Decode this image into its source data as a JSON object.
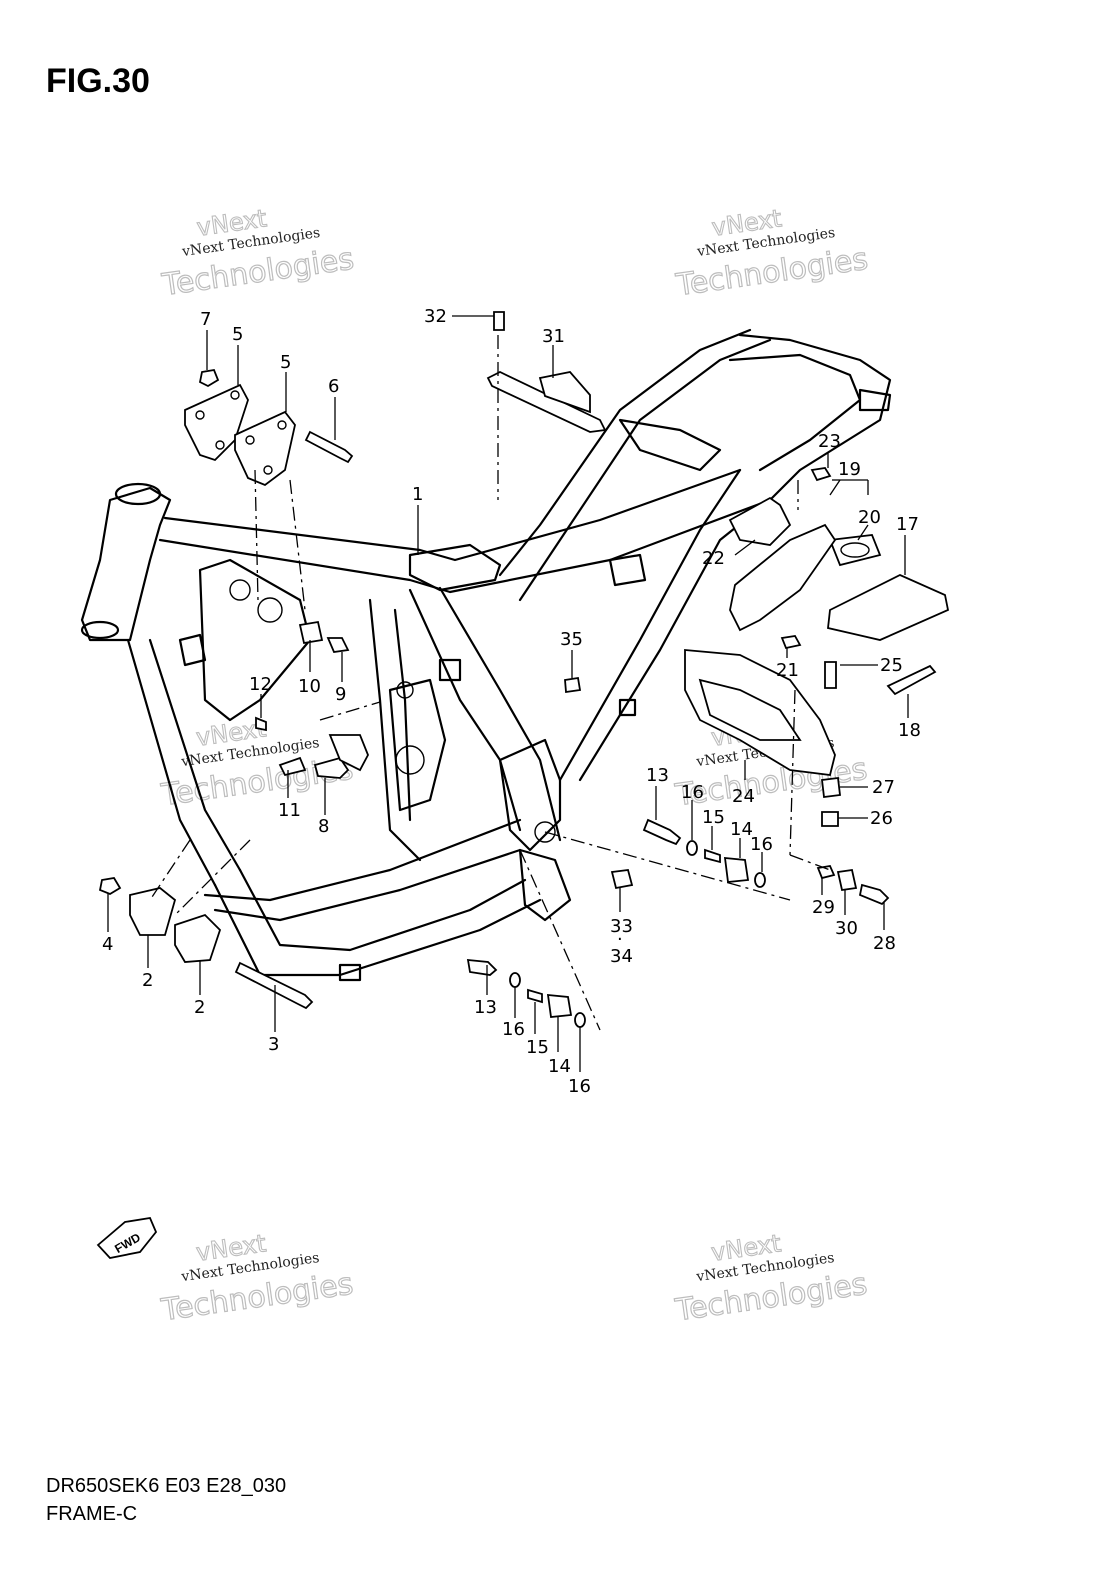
{
  "figure": {
    "title": "FIG.30"
  },
  "footer": {
    "code": "DR650SEK6 E03 E28_030",
    "name": "FRAME-C"
  },
  "fwd_label": "FWD",
  "watermark": {
    "line1": "vNext",
    "line2": "vNext Technologies",
    "line3": "Technologies"
  },
  "parts": {
    "p1": "1",
    "p2a": "2",
    "p2b": "2",
    "p3": "3",
    "p4": "4",
    "p5a": "5",
    "p5b": "5",
    "p6": "6",
    "p7": "7",
    "p8": "8",
    "p9": "9",
    "p10": "10",
    "p11": "11",
    "p12": "12",
    "p13a": "13",
    "p13b": "13",
    "p14a": "14",
    "p14b": "14",
    "p15a": "15",
    "p15b": "15",
    "p16a": "16",
    "p16b": "16",
    "p16c": "16",
    "p16d": "16",
    "p17": "17",
    "p18": "18",
    "p19": "19",
    "p20": "20",
    "p21": "21",
    "p22": "22",
    "p23": "23",
    "p24": "24",
    "p25": "25",
    "p26": "26",
    "p27": "27",
    "p28": "28",
    "p29": "29",
    "p30": "30",
    "p31": "31",
    "p32": "32",
    "p33": "33",
    "p34": "34",
    "p35": "35"
  }
}
